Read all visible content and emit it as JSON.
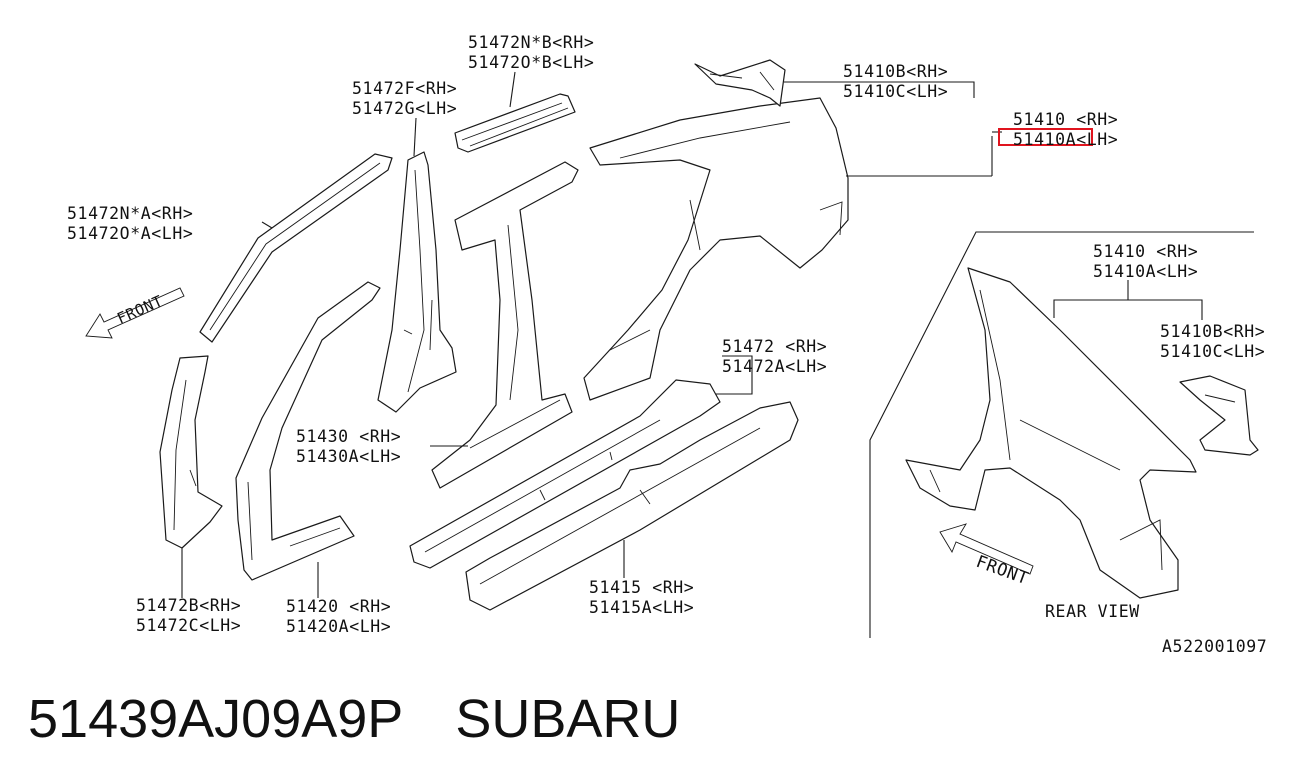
{
  "labels": {
    "l_51472nb_rh": "51472N*B<RH>",
    "l_51472ob_lh": "51472O*B<LH>",
    "l_51472f_rh": "51472F<RH>",
    "l_51472g_lh": "51472G<LH>",
    "l_51410b_top_rh": "51410B<RH>",
    "l_51410c_top_lh": "51410C<LH>",
    "l_51410_top_rh": "51410 <RH>",
    "l_51410a_top_lh": "51410A<LH>",
    "l_51472na_rh": "51472N*A<RH>",
    "l_51472oa_lh": "51472O*A<LH>",
    "l_front_left": "FRONT",
    "l_51410_rv_rh": "51410 <RH>",
    "l_51410a_rv_lh": "51410A<LH>",
    "l_51410b_rv_rh": "51410B<RH>",
    "l_51410c_rv_lh": "51410C<LH>",
    "l_51472_rh": "51472 <RH>",
    "l_51472a_lh": "51472A<LH>",
    "l_51430_rh": "51430 <RH>",
    "l_51430a_lh": "51430A<LH>",
    "l_51415_rh": "51415 <RH>",
    "l_51415a_lh": "51415A<LH>",
    "l_51472b_rh": "51472B<RH>",
    "l_51472c_lh": "51472C<LH>",
    "l_51420_rh": "51420 <RH>",
    "l_51420a_lh": "51420A<LH>",
    "l_front_rear": "FRONT",
    "l_rear_view": "REAR VIEW",
    "l_ref": "A522001097"
  },
  "highlighted_part": "51410A<LH>",
  "highlight_color": "#e0141e",
  "caption": {
    "part_number": "51439AJ09A9P",
    "brand": "SUBARU"
  }
}
